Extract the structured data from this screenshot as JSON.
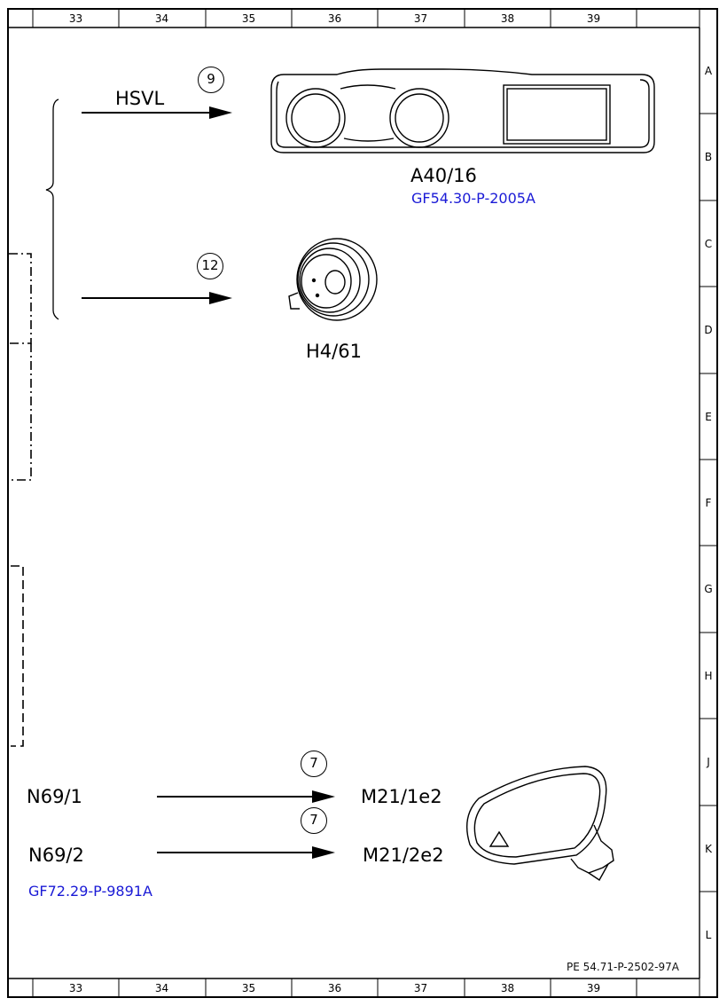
{
  "columns": [
    "33",
    "34",
    "35",
    "36",
    "37",
    "38",
    "39"
  ],
  "rows": [
    "A",
    "B",
    "C",
    "D",
    "E",
    "F",
    "G",
    "H",
    "J",
    "K",
    "L"
  ],
  "labels": {
    "hsvl": "HSVL",
    "a40": "A40/16",
    "a40_ref": "GF54.30-P-2005A",
    "h461": "H4/61",
    "n691": "N69/1",
    "n692": "N69/2",
    "n69_ref": "GF72.29-P-9891A",
    "m211": "M21/1e2",
    "m212": "M21/2e2",
    "doc_id": "PE 54.71-P-2502-97A"
  },
  "callouts": {
    "c9": "9",
    "c12": "12",
    "c7a": "7",
    "c7b": "7"
  }
}
